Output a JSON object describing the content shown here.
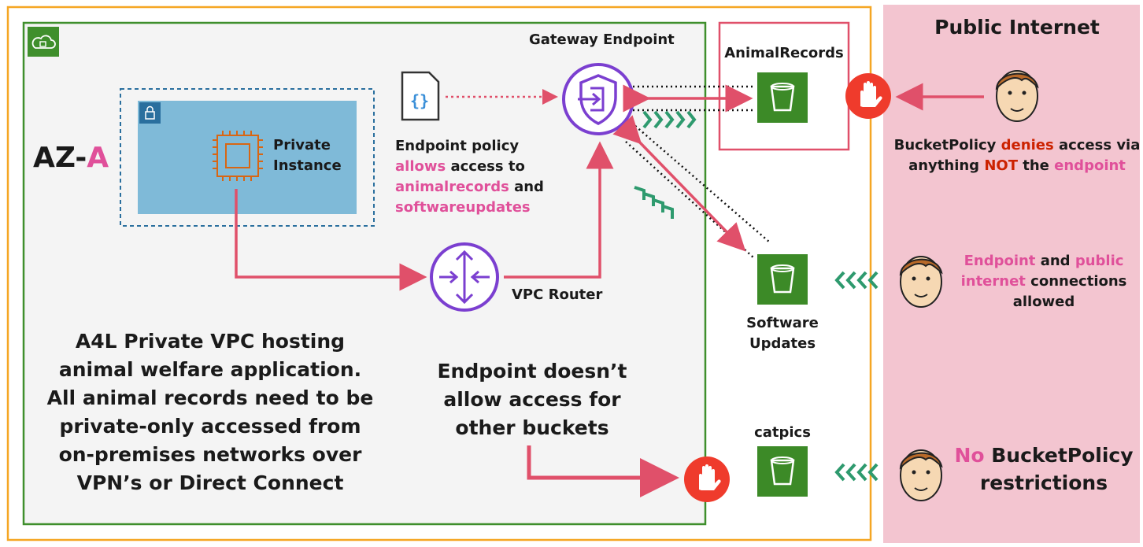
{
  "region": {
    "az_label_prefix": "AZ-",
    "az_label_suffix": "A",
    "vpc_description": [
      "A4L Private VPC hosting",
      "animal welfare application.",
      "All animal records need to be",
      "private-only accessed from",
      "on-premises networks over",
      "VPN’s or Direct Connect"
    ]
  },
  "instance": {
    "line1": "Private",
    "line2": "Instance"
  },
  "gateway": {
    "label": "Gateway Endpoint"
  },
  "router": {
    "label": "VPC Router"
  },
  "policy": {
    "line1": "Endpoint policy",
    "line2_hl": "allows",
    "line2_rest": " access to",
    "line3_hl": "animalrecords",
    "line3_rest": " and",
    "line4_hl": "softwareupdates"
  },
  "endpoint_note": [
    "Endpoint doesn’t",
    "allow access for",
    "other buckets"
  ],
  "buckets": {
    "animal": "AnimalRecords",
    "software_line1": "Software",
    "software_line2": "Updates",
    "catpics": "catpics"
  },
  "internet": {
    "title": "Public Internet",
    "note1": {
      "a": "BucketPolicy ",
      "b": "denies",
      "c": " access via",
      "d": "anything ",
      "e": "NOT",
      "f": " the ",
      "g": "endpoint"
    },
    "note2": {
      "a": "Endpoint",
      "b": " and ",
      "c": "public",
      "d": "internet",
      "e": " connections",
      "f": "allowed"
    },
    "note3": {
      "a": "No",
      "b": " BucketPolicy",
      "c": "restrictions"
    }
  },
  "colors": {
    "orange_border": "#f5a623",
    "green_border": "#3f8f2c",
    "pink_region": "#f3c5d0",
    "purple": "#7b3fd0",
    "arrow_red": "#e0506a",
    "highlight_pink": "#e0509a",
    "deny_red": "#cc2200",
    "bucket_green": "#3c8a27"
  }
}
